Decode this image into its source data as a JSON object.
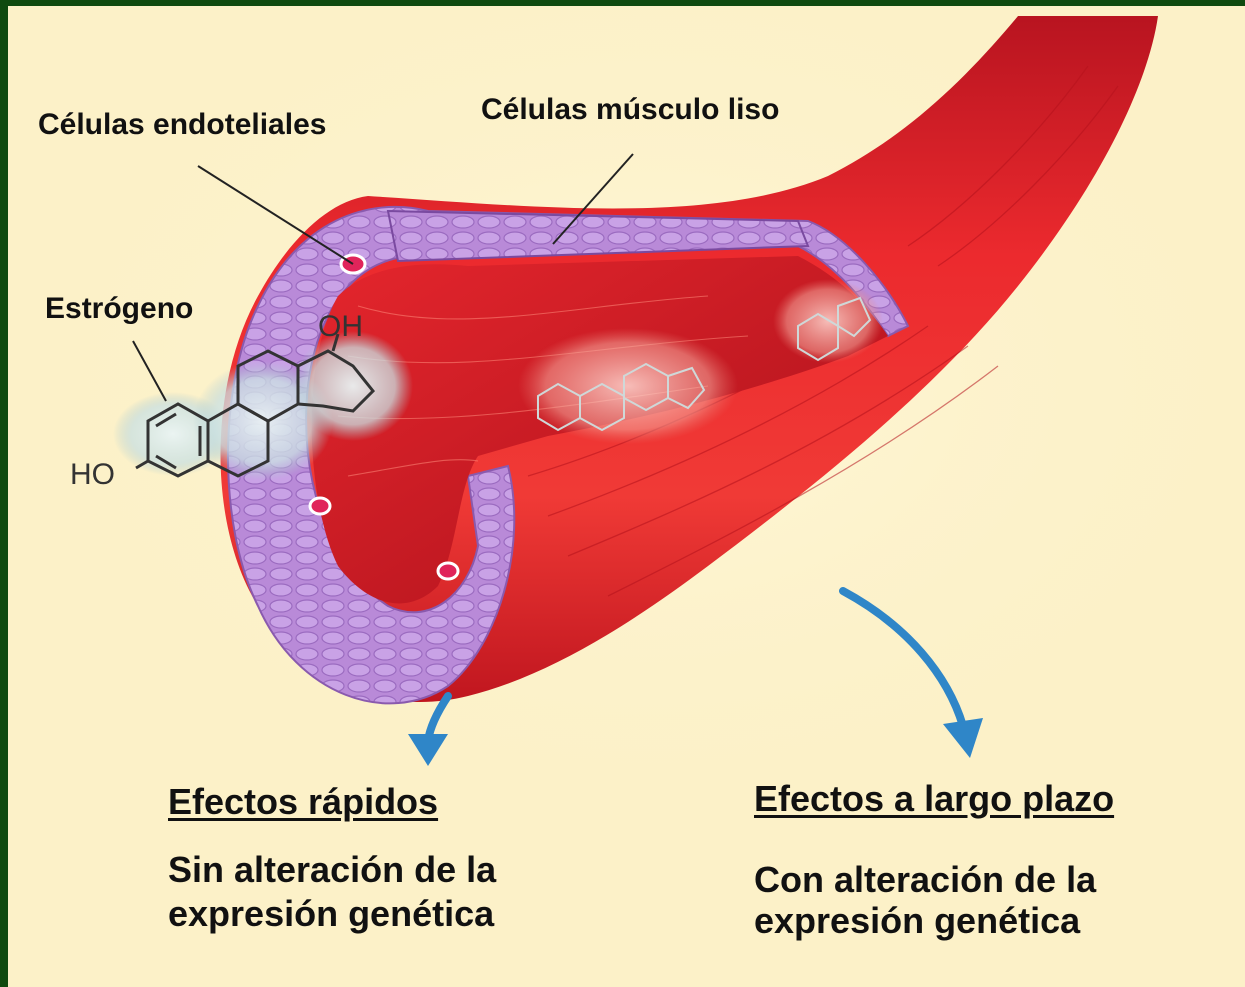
{
  "labels": {
    "endothelial": "Células endoteliales",
    "smooth_muscle": "Células músculo liso",
    "estrogen": "Estrógeno"
  },
  "molecule": {
    "oh_group": "OH",
    "ho_group": "HO"
  },
  "effects": {
    "rapid": {
      "title": "Efectos rápidos",
      "line1": "Sin alteración de la",
      "line2": "expresión genética"
    },
    "long_term": {
      "title": "Efectos a largo plazo",
      "line1": "Con alteración de la",
      "line2": "expresión genética"
    }
  },
  "colors": {
    "frame": "#0f4a0f",
    "background": "#fcf1c8",
    "vessel_red": "#e0242b",
    "vessel_wall_purple": "#b07ed0",
    "arrow_blue": "#2f86c8"
  }
}
